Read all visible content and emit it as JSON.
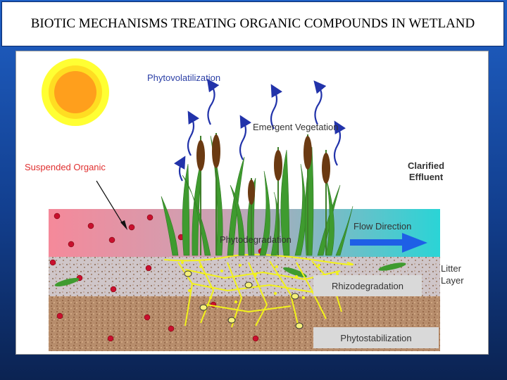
{
  "title": "BIOTIC MECHANISMS TREATING ORGANIC COMPOUNDS IN WETLAND",
  "diagram": {
    "labels": {
      "phytovolatilization": "Phytovolatilization",
      "emergent_vegetation": "Emergent Vegetation",
      "suspended_organic": "Suspended Organic",
      "clarified_effluent": "Clarified\nEffluent",
      "phytodegradation": "Phytodegradation",
      "flow_direction": "Flow Direction",
      "litter_layer": "Litter\nLayer",
      "rhizodegradation": "Rhizodegradation",
      "phytostabilization": "Phytostabilization"
    },
    "colors": {
      "sun_outer": "#ffff33",
      "sun_inner": "#ff9f1c",
      "water_left": "#f58a9a",
      "water_right": "#2ed3d6",
      "flow_arrow": "#1e5fe6",
      "plant": "#3f9b2f",
      "cattail": "#6b3a12",
      "root": "#f2f21a",
      "particle": "#c8102e"
    }
  }
}
